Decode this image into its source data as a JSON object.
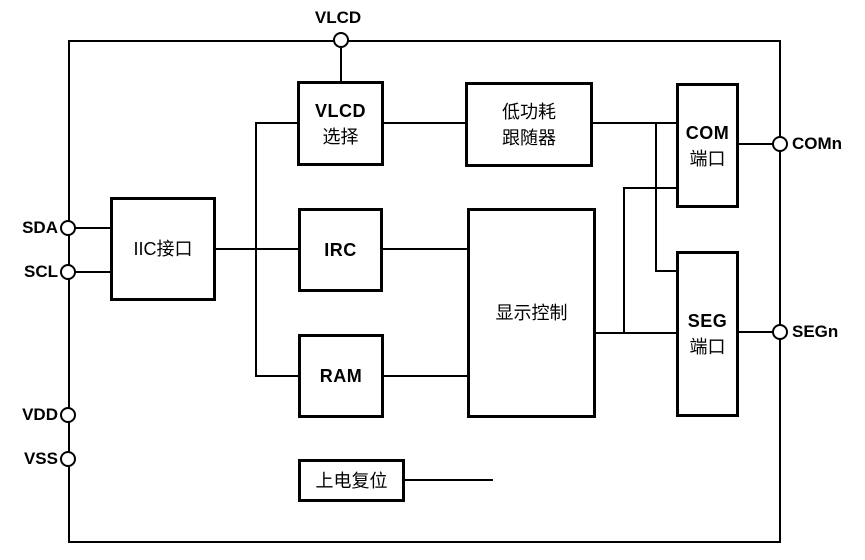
{
  "diagram": {
    "description": "LCD driver chip block diagram",
    "pins": {
      "vlcd": "VLCD",
      "sda": "SDA",
      "scl": "SCL",
      "vdd": "VDD",
      "vss": "VSS",
      "comn": "COMn",
      "segn": "SEGn"
    },
    "blocks": {
      "vlcd_select": {
        "line1": "VLCD",
        "line2": "选择"
      },
      "low_power_follower": {
        "line1": "低功耗",
        "line2": "跟随器"
      },
      "com_port": {
        "line1": "COM",
        "line2": "端口"
      },
      "iic_interface": {
        "label": "IIC接口"
      },
      "irc": {
        "label": "IRC"
      },
      "display_control": {
        "label": "显示控制"
      },
      "ram": {
        "label": "RAM"
      },
      "seg_port": {
        "line1": "SEG",
        "line2": "端口"
      },
      "power_on_reset": {
        "label": "上电复位"
      }
    },
    "colors": {
      "line": "#000000",
      "text": "#000000",
      "background": "#ffffff"
    }
  }
}
